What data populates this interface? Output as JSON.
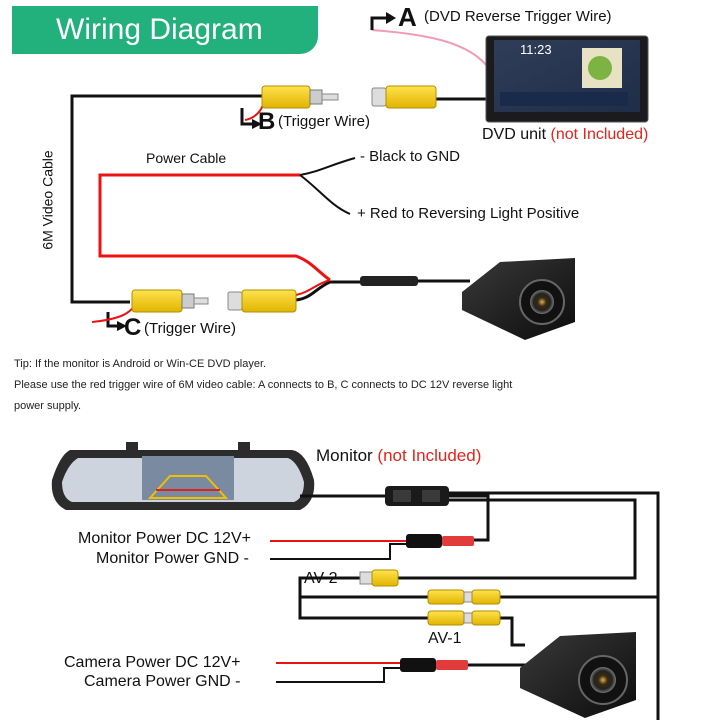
{
  "header": {
    "title": "Wiring Diagram"
  },
  "top_diagram": {
    "label_a_letter": "A",
    "label_a_text": "(DVD Reverse Trigger Wire)",
    "label_b_letter": "B",
    "label_b_text": "(Trigger Wire)",
    "label_c_letter": "C",
    "label_c_text": "(Trigger Wire)",
    "dvd_unit_label": "DVD unit",
    "dvd_not_included": "(not Included)",
    "dvd_clock": "11:23",
    "video_cable_label": "6M Video Cable",
    "power_cable_label": "Power Cable",
    "black_label": "- Black to GND",
    "red_label": "+ Red to Reversing Light Positive"
  },
  "tip": {
    "line1": "Tip: If the monitor is Android or Win-CE DVD player.",
    "line2": "Please use the red trigger wire of 6M video cable: A connects to B, C connects to DC 12V reverse light",
    "line3": "power supply."
  },
  "bottom_diagram": {
    "monitor_label": "Monitor",
    "monitor_not_included": "(not Included)",
    "monitor_power": "Monitor Power DC 12V+",
    "monitor_gnd": "Monitor Power GND -",
    "av2": "AV-2",
    "av1": "AV-1",
    "camera_power": "Camera Power DC 12V+",
    "camera_gnd": "Camera Power GND -"
  }
}
